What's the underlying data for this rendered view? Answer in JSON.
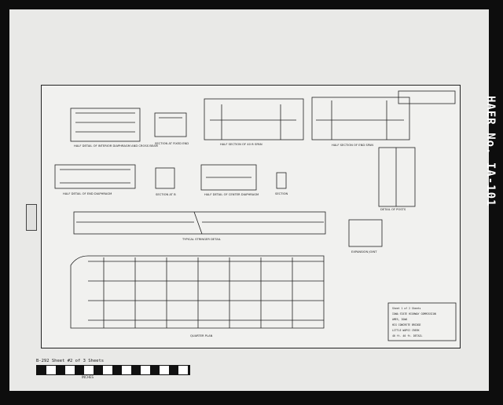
{
  "title_block": {
    "lines": [
      "Sheet 1 of 2 Sheets",
      "IOWA STATE HIGHWAY COMMISSION",
      "AMES, IOWA",
      "HIG CONCRETE BRIDGE",
      "LITTLE WAPSI CREEK",
      "40 ft. 40 ft. DETAIL"
    ]
  },
  "drawing_labels": {
    "interior_diaphragm": "HALF DETAIL OF INTERIOR DIAPHRAGM AND CROSS BEAM",
    "section_fixed_end": "SECTION AT FIXED END",
    "section_of_span": "HALF SECTION OF 40 ft SPAN",
    "section_end_span": "HALF SECTION OF END SPAN",
    "end_diaphragm": "HALF DETAIL OF END DIAPHRAGM",
    "section_b": "SECTION AT B",
    "center_diaphragm": "HALF DETAIL OF CENTER DIAPHRAGM",
    "section": "SECTION",
    "detail_posts": "DETAIL OF POSTS",
    "typical_stringer": "TYPICAL STRINGER DETAIL",
    "expansion_joint": "EXPANSION JOINT",
    "quarter_plan": "QUARTER PLAN"
  },
  "stamp": "HAER No. IA-101",
  "bottom_note": "B-292 Sheet #2 of 3 Sheets",
  "ruler_label": "INCHES"
}
